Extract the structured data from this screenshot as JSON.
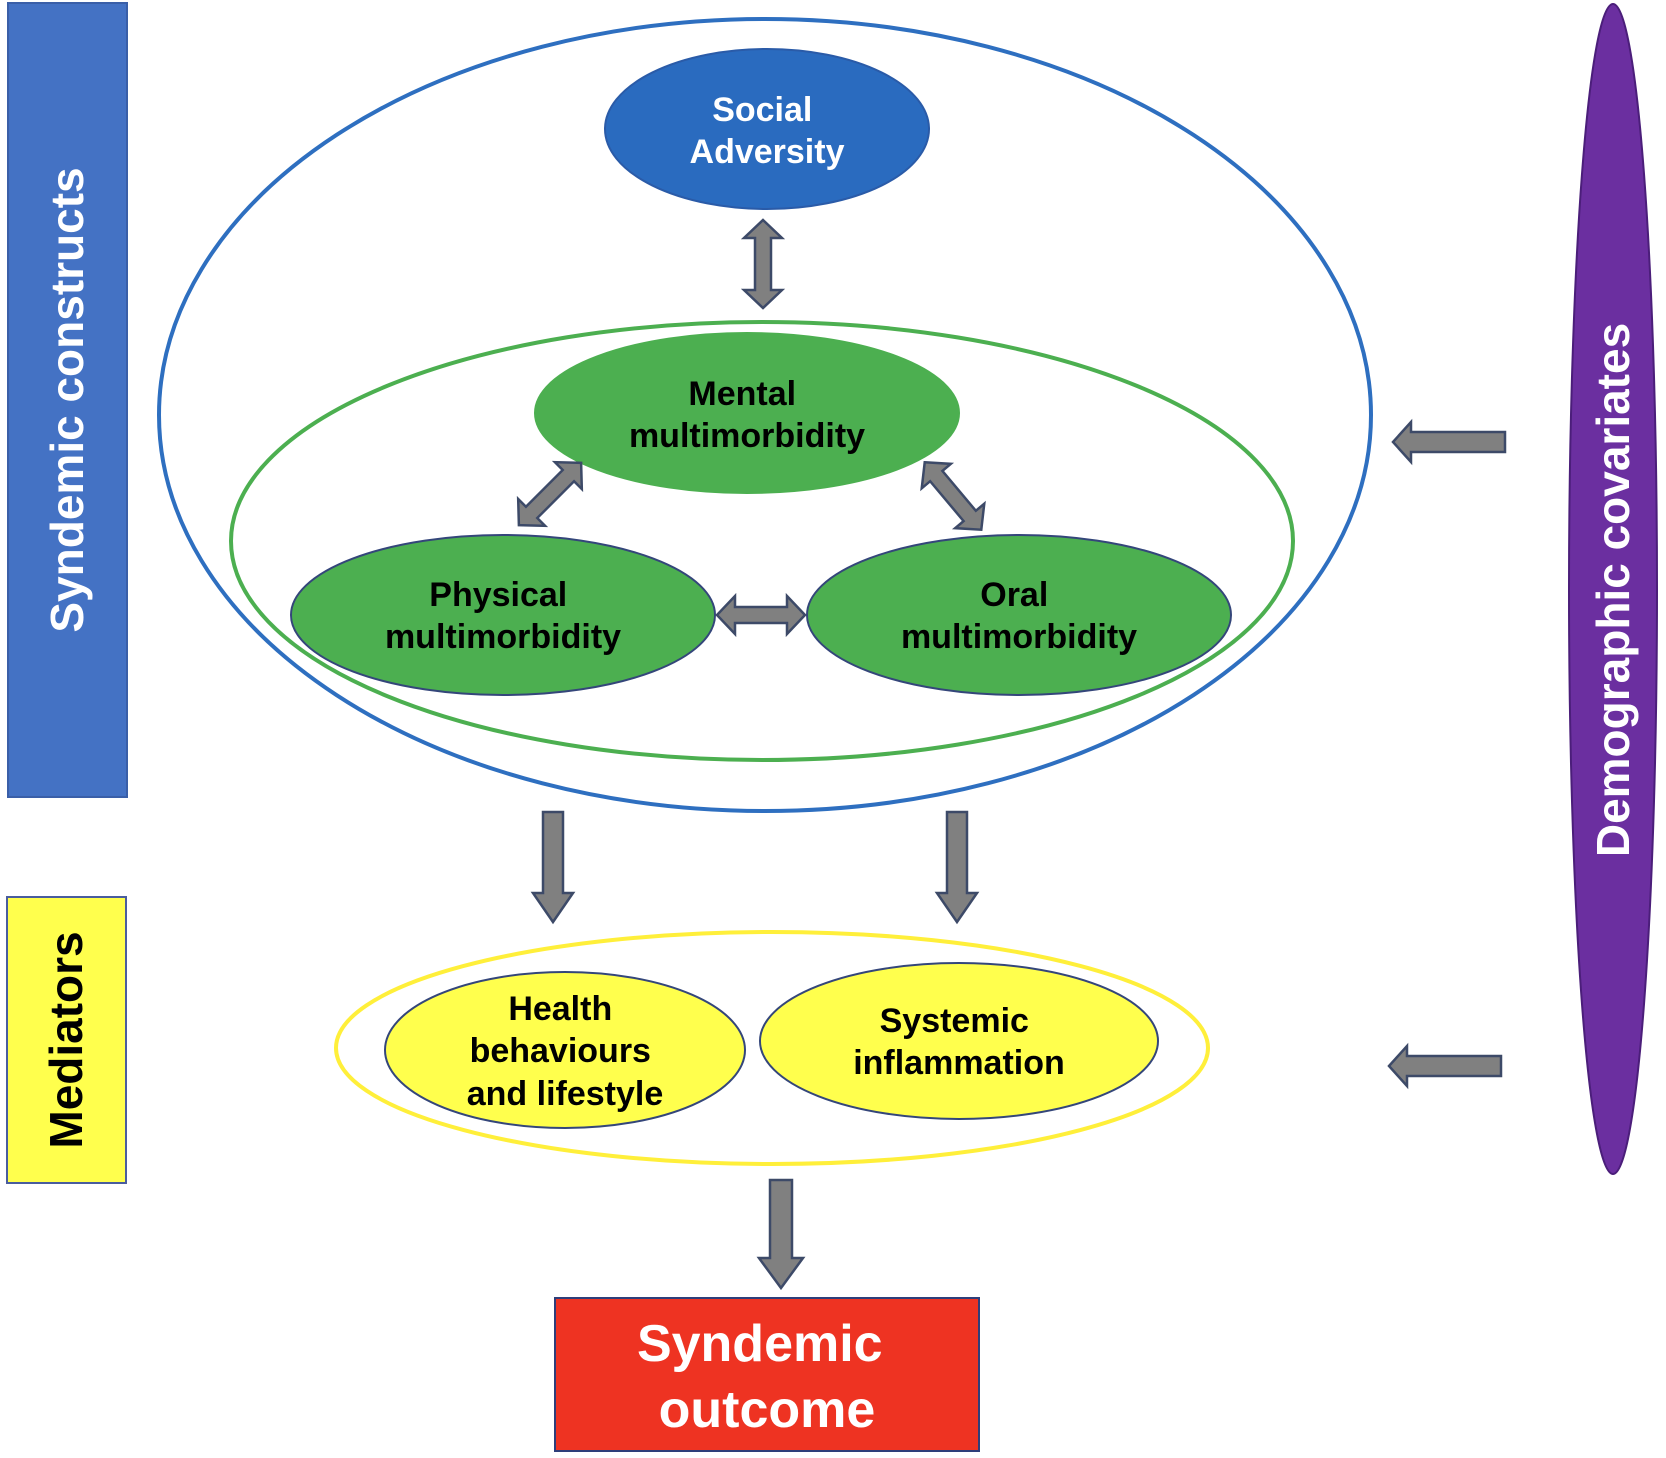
{
  "labels": {
    "syndemic_constructs": "Syndemic constructs",
    "mediators": "Mediators",
    "demographic_covariates": "Demographic covariates"
  },
  "nodes": {
    "social_adversity": {
      "line1": "Social",
      "line2": "Adversity"
    },
    "mental": {
      "line1": "Mental",
      "line2": "multimorbidity"
    },
    "physical": {
      "line1": "Physical",
      "line2": "multimorbidity"
    },
    "oral": {
      "line1": "Oral",
      "line2": "multimorbidity"
    },
    "health_behaviours": {
      "line1": "Health",
      "line2": "behaviours",
      "line3": "and lifestyle"
    },
    "systemic_inflammation": {
      "line1": "Systemic",
      "line2": "inflammation"
    },
    "syndemic_outcome": {
      "line1": "Syndemic",
      "line2": "outcome"
    }
  },
  "colors": {
    "constructs_bar": "#4472C4",
    "mediators_bar": "#FFFF4D",
    "covariates_shape": "#6B2FA0",
    "social_node": "#2A6BBF",
    "green_node": "#4CAF50",
    "yellow_node": "#FFFF4D",
    "outcome": "#EE3322",
    "arrow": "#808080",
    "outer_ring": "#2E6FC0",
    "inner_ring": "#4CAF50",
    "mediator_ring": "#FFEF3A"
  }
}
